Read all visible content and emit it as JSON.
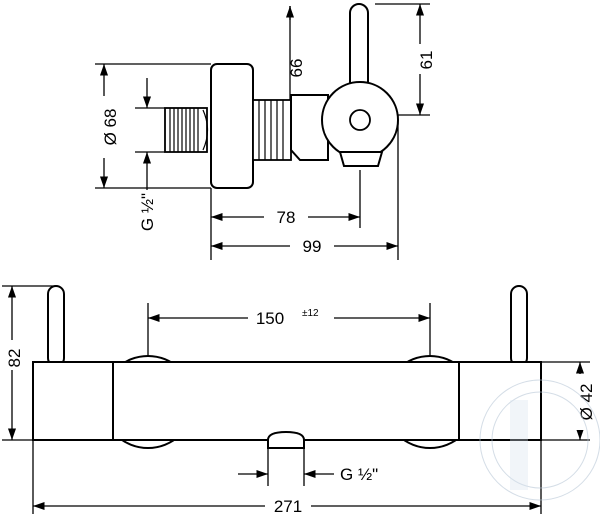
{
  "dimensions": {
    "height_upper": "66",
    "height_knob": "61",
    "diameter_inlet": "Ø 68",
    "thread_top": "G ½\"",
    "depth_78": "78",
    "depth_99": "99",
    "spacing": "150",
    "spacing_tol": "±12",
    "height_total": "82",
    "diameter_body": "Ø 42",
    "thread_outlet": "G ½\"",
    "width_total": "271"
  },
  "colors": {
    "line": "#000000",
    "background": "#ffffff"
  }
}
